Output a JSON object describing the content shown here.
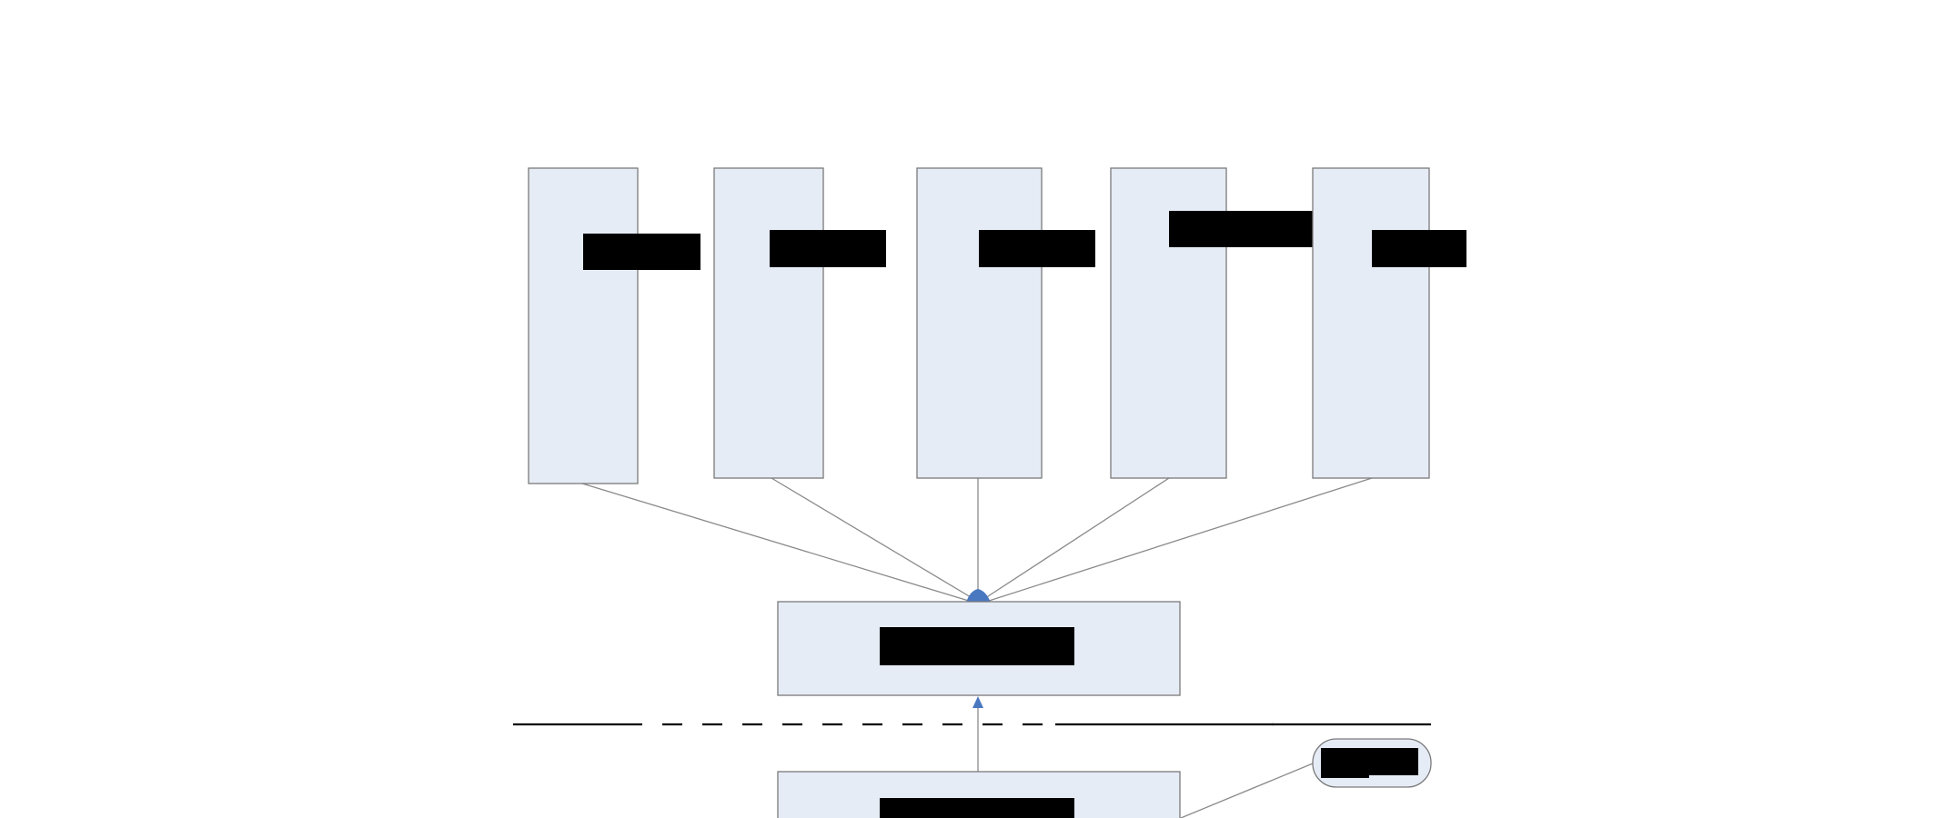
{
  "diagram": {
    "top_boxes": [
      {
        "id": "top-box-1",
        "label_redacted": true
      },
      {
        "id": "top-box-2",
        "label_redacted": true
      },
      {
        "id": "top-box-3",
        "label_redacted": true
      },
      {
        "id": "top-box-4",
        "label_redacted": true
      },
      {
        "id": "top-box-5",
        "label_redacted": true
      }
    ],
    "middle_box": {
      "label_redacted": true
    },
    "bottom_box": {
      "label_redacted": true
    },
    "callout": {
      "label_redacted": true
    },
    "colors": {
      "box_fill": "#e6ecf6",
      "box_border": "#7a7a7a",
      "connector": "#8a8a8a",
      "arrow": "#4a78c0",
      "redaction": "#000000",
      "boundary_line": "#000000"
    }
  }
}
